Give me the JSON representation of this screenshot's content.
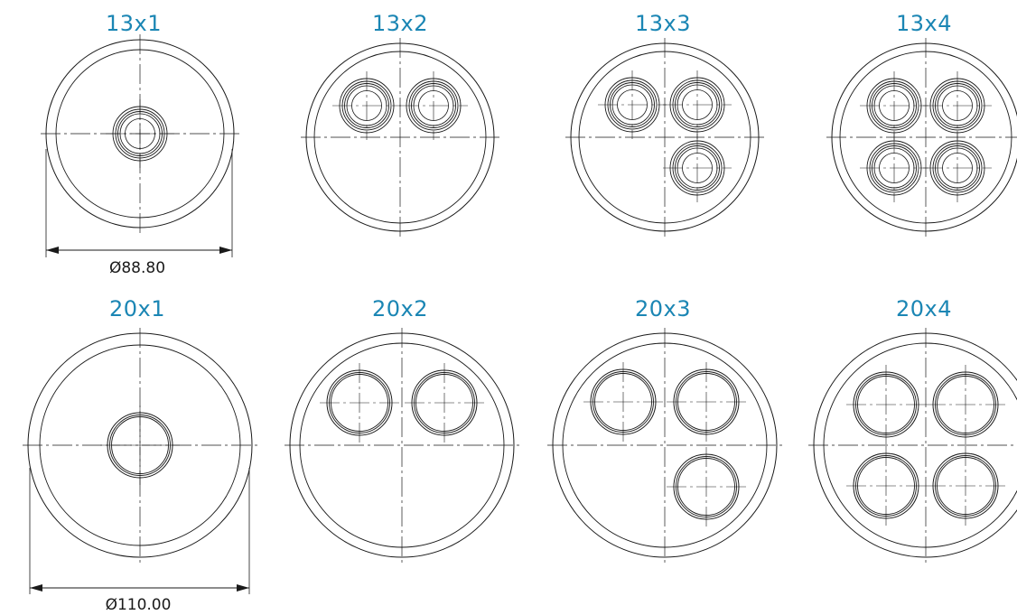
{
  "colors": {
    "title": "#1b86b4",
    "line": "#1a1a1a"
  },
  "diagrams": [
    {
      "id": "d13x1",
      "label": "13x1",
      "ports": 1
    },
    {
      "id": "d13x2",
      "label": "13x2",
      "ports": 2
    },
    {
      "id": "d13x3",
      "label": "13x3",
      "ports": 3
    },
    {
      "id": "d13x4",
      "label": "13x4",
      "ports": 4
    },
    {
      "id": "d20x1",
      "label": "20x1",
      "ports": 1
    },
    {
      "id": "d20x2",
      "label": "20x2",
      "ports": 2
    },
    {
      "id": "d20x3",
      "label": "20x3",
      "ports": 3
    },
    {
      "id": "d20x4",
      "label": "20x4",
      "ports": 4
    }
  ],
  "dimensions": {
    "row1": "Ø88.80",
    "row2": "Ø110.00"
  }
}
